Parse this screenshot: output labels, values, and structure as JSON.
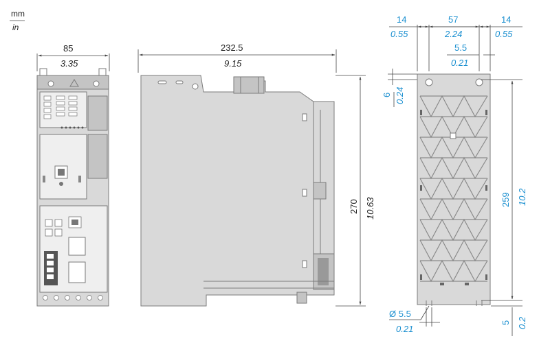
{
  "units": {
    "top": "mm",
    "bottom": "in"
  },
  "front_view": {
    "width_mm": "85",
    "width_in": "3.35"
  },
  "side_view": {
    "depth_mm": "232.5",
    "depth_in": "9.15",
    "height_mm": "270",
    "height_in": "10.63"
  },
  "mounting_view": {
    "left_margin_mm": "14",
    "left_margin_in": "0.55",
    "hole_spacing_mm": "57",
    "hole_spacing_in": "2.24",
    "right_margin_mm": "14",
    "right_margin_in": "0.55",
    "hole_offset_mm": "5.5",
    "hole_offset_in": "0.21",
    "top_margin_mm": "6",
    "top_margin_in": "0.24",
    "hole_vertical_spacing_mm": "259",
    "hole_vertical_spacing_in": "10.2",
    "bottom_margin_mm": "5",
    "bottom_margin_in": "0.2",
    "hole_diameter_mm": "Ø 5.5",
    "hole_diameter_in": "0.21"
  }
}
